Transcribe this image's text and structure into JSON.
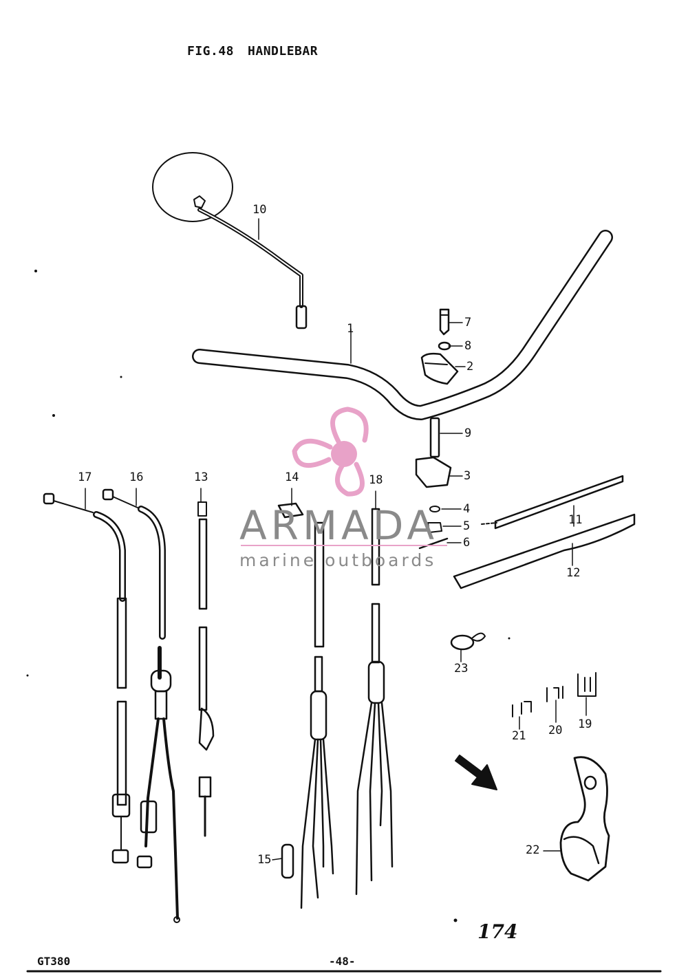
{
  "header": {
    "fig": "FIG.48",
    "title": "HANDLEBAR"
  },
  "labels": [
    "1",
    "2",
    "3",
    "4",
    "5",
    "6",
    "7",
    "8",
    "9",
    "10",
    "11",
    "12",
    "13",
    "14",
    "15",
    "16",
    "17",
    "18",
    "19",
    "20",
    "21",
    "22",
    "23"
  ],
  "fwd_label": "FWD",
  "watermark": {
    "brand": "ARMADA",
    "subtitle": "marine outboards",
    "accent_color": "#e8a2c8",
    "text_color": "#8a8a8a"
  },
  "footer": {
    "model": "GT380",
    "page": "-48-",
    "handwritten": "174"
  }
}
